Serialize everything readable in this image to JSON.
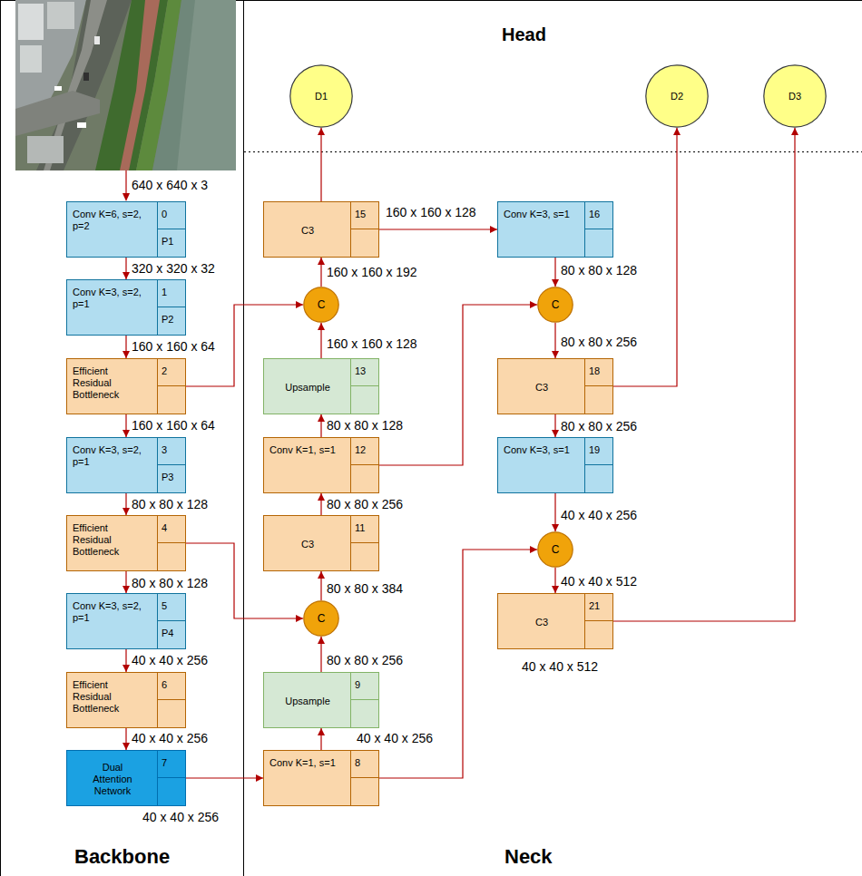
{
  "diagram": {
    "nodes": [
      {
        "text": [
          "Conv K=6, s=2, p=2",
          "0",
          "P1"
        ]
      },
      {
        "text": [
          "Conv K=3, s=2, p=1",
          "1",
          "P2"
        ]
      },
      {
        "text": [
          "Efficient Residual Bottleneck",
          "2"
        ]
      },
      {
        "text": [
          "Conv K=3, s=2, p=1",
          "3",
          "P3"
        ]
      },
      {
        "text": [
          "Efficient Residual Bottleneck",
          "4"
        ]
      },
      {
        "text": [
          "Conv K=3, s=2, p=1",
          "5",
          "P4"
        ]
      },
      {
        "text": [
          "Efficient Residual Bottleneck",
          "6"
        ]
      },
      {
        "text": [
          "Dual Attention Network",
          "7"
        ]
      },
      {
        "text": [
          "Conv K=1, s=1",
          "8"
        ]
      },
      {
        "text": [
          "Upsample",
          "9"
        ]
      },
      {
        "text": [
          "C"
        ]
      },
      {
        "text": [
          "C3",
          "11"
        ]
      },
      {
        "text": [
          "Conv K=1, s=1",
          "12"
        ]
      },
      {
        "text": [
          "Upsample",
          "13"
        ]
      },
      {
        "text": [
          "C"
        ]
      },
      {
        "text": [
          "C3",
          "15"
        ]
      },
      {
        "text": [
          "Conv K=3, s=1",
          "16"
        ]
      },
      {
        "text": [
          "C"
        ]
      },
      {
        "text": [
          "C3",
          "18"
        ]
      },
      {
        "text": [
          "Conv K=3, s=1",
          "19"
        ]
      },
      {
        "text": [
          "C"
        ]
      },
      {
        "text": [
          "C3",
          "21"
        ]
      },
      {
        "text": [
          "D1"
        ]
      },
      {
        "text": [
          "D2"
        ]
      },
      {
        "text": [
          "D3"
        ]
      }
    ],
    "edges": [
      {
        "from": 0,
        "to": 1,
        "arrow": "to"
      },
      {
        "from": 1,
        "to": 2,
        "arrow": "to"
      },
      {
        "from": 2,
        "to": 3,
        "arrow": "to"
      },
      {
        "from": 3,
        "to": 4,
        "arrow": "to"
      },
      {
        "from": 4,
        "to": 5,
        "arrow": "to"
      },
      {
        "from": 5,
        "to": 6,
        "arrow": "to"
      },
      {
        "from": 6,
        "to": 7,
        "arrow": "to"
      },
      {
        "from": 7,
        "to": 8,
        "arrow": "to"
      },
      {
        "from": 8,
        "to": 9,
        "arrow": "to"
      },
      {
        "from": 9,
        "to": 10,
        "arrow": "to"
      },
      {
        "from": 4,
        "to": 10,
        "arrow": "to"
      },
      {
        "from": 10,
        "to": 11,
        "arrow": "to"
      },
      {
        "from": 11,
        "to": 12,
        "arrow": "to"
      },
      {
        "from": 12,
        "to": 13,
        "arrow": "to"
      },
      {
        "from": 13,
        "to": 14,
        "arrow": "to"
      },
      {
        "from": 2,
        "to": 14,
        "arrow": "to"
      },
      {
        "from": 14,
        "to": 15,
        "arrow": "to"
      },
      {
        "from": 15,
        "to": 22,
        "arrow": "to"
      },
      {
        "from": 15,
        "to": 16,
        "arrow": "to"
      },
      {
        "from": 16,
        "to": 17,
        "arrow": "to"
      },
      {
        "from": 12,
        "to": 17,
        "arrow": "to"
      },
      {
        "from": 17,
        "to": 18,
        "arrow": "to"
      },
      {
        "from": 18,
        "to": 19,
        "arrow": "to"
      },
      {
        "from": 19,
        "to": 20,
        "arrow": "to"
      },
      {
        "from": 20,
        "to": 21,
        "arrow": "to"
      },
      {
        "from": 8,
        "to": 20,
        "arrow": "to"
      },
      {
        "from": 18,
        "to": 23,
        "arrow": "to"
      },
      {
        "from": 21,
        "to": 24,
        "arrow": "to"
      }
    ],
    "labels": [
      "Head",
      "640 x 640 x 3",
      "320 x 320 x 32",
      "160 x 160 x 64",
      "160 x 160 x 64",
      "80 x 80 x 128",
      "80 x 80 x 128",
      "40 x 40 x 256",
      "40 x 40 x 256",
      "40 x 40 x 256",
      "160 x 160 x 128",
      "160 x 160 x 192",
      "160 x 160 x 128",
      "80 x 80 x 128",
      "80 x 80 x 256",
      "80 x 80 x 384",
      "80 x 80 x 256",
      "40 x 40 x 256",
      "80 x 80 x 128",
      "80 x 80 x 256",
      "80 x 80 x 256",
      "40 x 40 x 256",
      "40 x 40 x 512",
      "40 x 40 x 512",
      "Backbone",
      "Neck"
    ]
  }
}
